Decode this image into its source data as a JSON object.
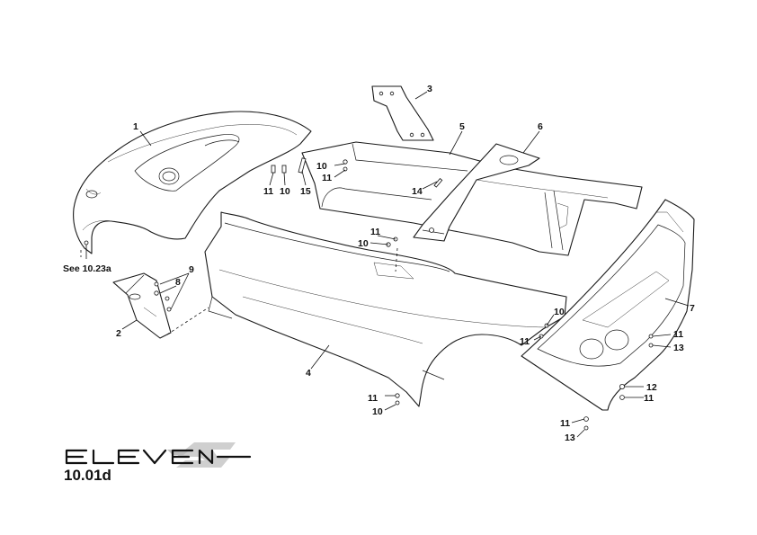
{
  "diagram": {
    "callouts": {
      "c1": "1",
      "c2": "2",
      "c3": "3",
      "c4": "4",
      "c5": "5",
      "c6": "6",
      "c7": "7",
      "c8": "8",
      "c9": "9",
      "c10a": "10",
      "c10b": "10",
      "c10c": "10",
      "c10d": "10",
      "c10e": "10",
      "c11a": "11",
      "c11b": "11",
      "c11c": "11",
      "c11d": "11",
      "c11e": "11",
      "c11f": "11",
      "c11g": "11",
      "c11h": "11",
      "c12": "12",
      "c13a": "13",
      "c13b": "13",
      "c14": "14",
      "c15": "15"
    },
    "see_reference": "See 10.23a"
  },
  "logo": {
    "text": "ELEVEN"
  },
  "page_ref": "10.01d"
}
